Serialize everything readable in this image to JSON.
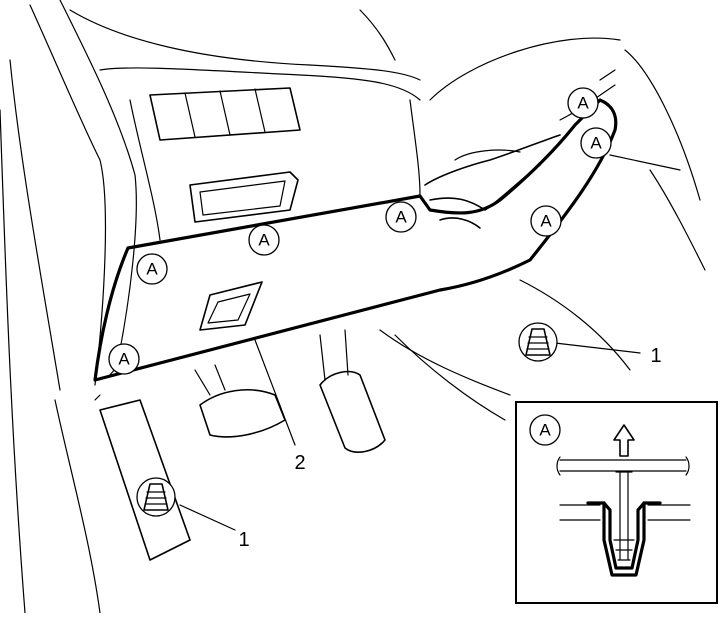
{
  "callouts": {
    "clip_letter": "A",
    "part_clip_number": "1",
    "part_cover_number": "2"
  },
  "detail_box": {
    "label": "A"
  },
  "colors": {
    "line": "#000000",
    "background": "#ffffff"
  }
}
